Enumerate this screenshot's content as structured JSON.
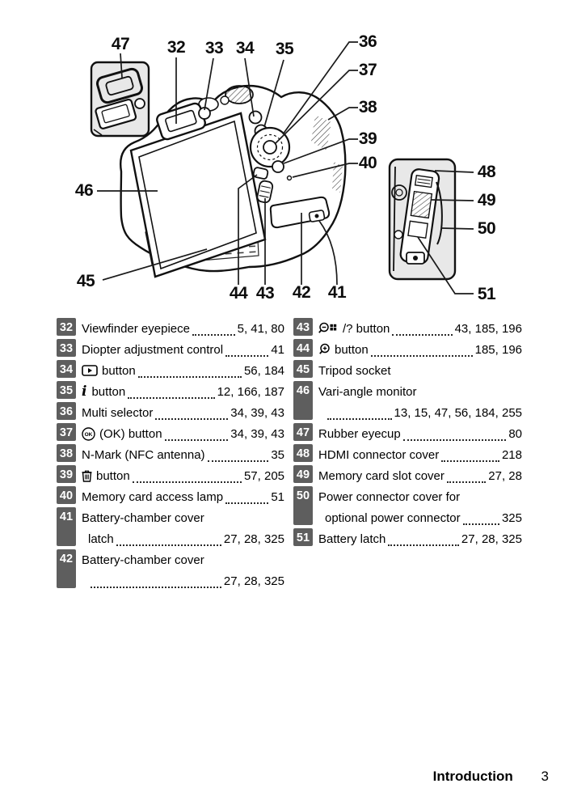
{
  "page": {
    "footer_section": "Introduction",
    "footer_page": "3"
  },
  "diagram": {
    "description": "Camera back view with numbered callouts, rubber eyecup inset (top left) and connector-cover side inset (right)",
    "callouts": [
      {
        "label": "47"
      },
      {
        "label": "32"
      },
      {
        "label": "33"
      },
      {
        "label": "34"
      },
      {
        "label": "35"
      },
      {
        "label": "36"
      },
      {
        "label": "37"
      },
      {
        "label": "38"
      },
      {
        "label": "39"
      },
      {
        "label": "40"
      },
      {
        "label": "46"
      },
      {
        "label": "45"
      },
      {
        "label": "44"
      },
      {
        "label": "43"
      },
      {
        "label": "42"
      },
      {
        "label": "41"
      },
      {
        "label": "48"
      },
      {
        "label": "49"
      },
      {
        "label": "50"
      },
      {
        "label": "51"
      }
    ]
  },
  "list": {
    "left": [
      {
        "num": "32",
        "text": "Viewfinder eyepiece",
        "pages": "5, 41, 80"
      },
      {
        "num": "33",
        "text": "Diopter adjustment control",
        "pages": "41"
      },
      {
        "num": "34",
        "icon": "playback-button-icon",
        "text": "button",
        "pages": "56, 184"
      },
      {
        "num": "35",
        "icon": "info-button-icon",
        "icon_glyph": "i",
        "text": "button",
        "pages": "12, 166, 187"
      },
      {
        "num": "36",
        "text": "Multi selector",
        "pages": "34, 39, 43"
      },
      {
        "num": "37",
        "icon": "ok-button-icon",
        "text": "(OK) button",
        "pages": "34, 39, 43"
      },
      {
        "num": "38",
        "text": "N-Mark (NFC antenna)",
        "pages": "35"
      },
      {
        "num": "39",
        "icon": "delete-button-icon",
        "text": "button",
        "pages": "57, 205"
      },
      {
        "num": "40",
        "text": "Memory card access lamp",
        "pages": "51"
      },
      {
        "num": "41",
        "text": "Battery-chamber cover",
        "line2": "latch",
        "pages": "27, 28, 325"
      },
      {
        "num": "42",
        "text": "Battery-chamber cover",
        "line2": "",
        "pages": "27, 28, 325"
      }
    ],
    "right": [
      {
        "num": "43",
        "icon": "zoom-out-thumbnail-help-button-icon",
        "text": "/? button",
        "pages": "43, 185, 196"
      },
      {
        "num": "44",
        "icon": "zoom-in-button-icon",
        "text": "button",
        "pages": "185, 196"
      },
      {
        "num": "45",
        "text": "Tripod socket",
        "pages": ""
      },
      {
        "num": "46",
        "text": "Vari-angle monitor",
        "line2": "",
        "pages": "13, 15, 47, 56, 184, 255"
      },
      {
        "num": "47",
        "text": "Rubber eyecup",
        "pages": "80"
      },
      {
        "num": "48",
        "text": "HDMI connector cover",
        "pages": "218"
      },
      {
        "num": "49",
        "text": "Memory card slot cover",
        "pages": "27, 28"
      },
      {
        "num": "50",
        "text": "Power connector cover for",
        "line2": "optional power connector",
        "pages": "325"
      },
      {
        "num": "51",
        "text": "Battery latch",
        "pages": "27, 28, 325"
      }
    ]
  },
  "colors": {
    "badge_background": "#5e5e5e",
    "badge_text": "#ffffff",
    "inset_background": "#e8e8e8",
    "line_art": "#111111"
  }
}
